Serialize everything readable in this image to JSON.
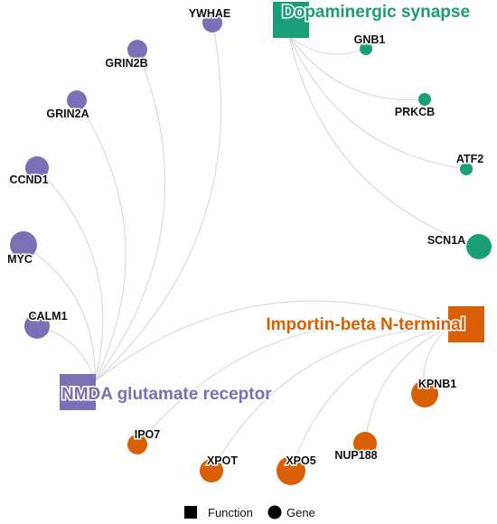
{
  "colors": {
    "nmda": "#7b6fb5",
    "dopamine": "#1a9e77",
    "importin": "#d95f02",
    "edge": "#d8d8d8"
  },
  "functions": [
    {
      "id": "dopa",
      "label": "Dopaminergic synapse",
      "color": "#1a9e77"
    },
    {
      "id": "nmda",
      "label": "NMDA glutamate receptor",
      "color": "#7b6fb5"
    },
    {
      "id": "imp",
      "label": "Importin-beta N-terminal",
      "color": "#d95f02"
    }
  ],
  "genes": [
    {
      "id": "YWHAE",
      "label": "YWHAE",
      "group": "nmda"
    },
    {
      "id": "GRIN2B",
      "label": "GRIN2B",
      "group": "nmda"
    },
    {
      "id": "GRIN2A",
      "label": "GRIN2A",
      "group": "nmda"
    },
    {
      "id": "CCND1",
      "label": "CCND1",
      "group": "nmda"
    },
    {
      "id": "MYC",
      "label": "MYC",
      "group": "nmda"
    },
    {
      "id": "CALM1",
      "label": "CALM1",
      "group": "nmda"
    },
    {
      "id": "GNB1",
      "label": "GNB1",
      "group": "dopa"
    },
    {
      "id": "PRKCB",
      "label": "PRKCB",
      "group": "dopa"
    },
    {
      "id": "ATF2",
      "label": "ATF2",
      "group": "dopa"
    },
    {
      "id": "SCN1A",
      "label": "SCN1A",
      "group": "dopa"
    },
    {
      "id": "KPNB1",
      "label": "KPNB1",
      "group": "imp"
    },
    {
      "id": "NUP188",
      "label": "NUP188",
      "group": "imp"
    },
    {
      "id": "XPO5",
      "label": "XPO5",
      "group": "imp"
    },
    {
      "id": "XPOT",
      "label": "XPOT",
      "group": "imp"
    },
    {
      "id": "IPO7",
      "label": "IPO7",
      "group": "imp"
    }
  ],
  "edges": [
    [
      "nmda",
      "YWHAE"
    ],
    [
      "nmda",
      "GRIN2B"
    ],
    [
      "nmda",
      "GRIN2A"
    ],
    [
      "nmda",
      "CCND1"
    ],
    [
      "nmda",
      "MYC"
    ],
    [
      "nmda",
      "CALM1"
    ],
    [
      "dopa",
      "GNB1"
    ],
    [
      "dopa",
      "PRKCB"
    ],
    [
      "dopa",
      "ATF2"
    ],
    [
      "dopa",
      "SCN1A"
    ],
    [
      "imp",
      "KPNB1"
    ],
    [
      "imp",
      "NUP188"
    ],
    [
      "imp",
      "XPO5"
    ],
    [
      "imp",
      "XPOT"
    ],
    [
      "imp",
      "IPO7"
    ],
    [
      "imp",
      "nmda"
    ]
  ],
  "legend": {
    "function_label": "Function",
    "gene_label": "Gene"
  }
}
